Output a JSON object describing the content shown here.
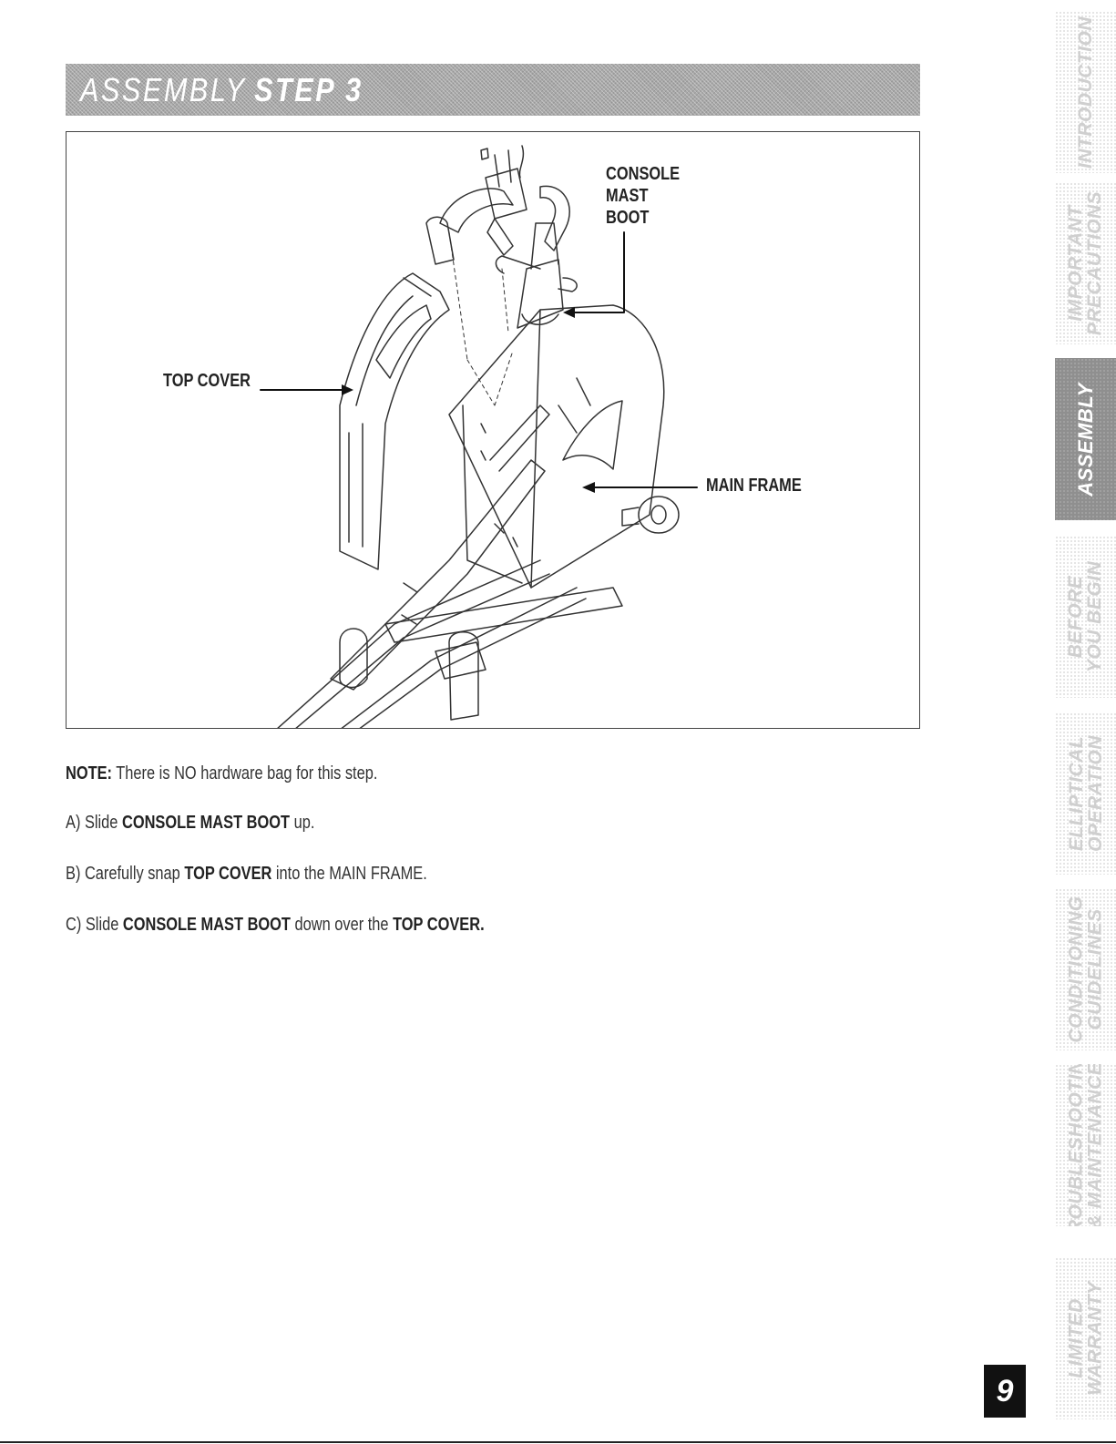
{
  "banner": {
    "light": "ASSEMBLY",
    "bold": "STEP 3"
  },
  "figure": {
    "labels": {
      "console_mast_boot": [
        "CONSOLE",
        "MAST",
        "BOOT"
      ],
      "top_cover": "TOP COVER",
      "main_frame": "MAIN FRAME"
    }
  },
  "instructions": {
    "note": {
      "label": "NOTE:",
      "text": " There is NO hardware bag for this step."
    },
    "step_a": {
      "prefix": "A) Slide ",
      "bold": "CONSOLE MAST BOOT",
      "suffix": " up."
    },
    "step_b": {
      "prefix": "B) Carefully snap ",
      "bold": "TOP COVER",
      "suffix": " into the MAIN FRAME."
    },
    "step_c": {
      "prefix": "C) Slide ",
      "bold1": "CONSOLE MAST BOOT",
      "middle": " down over the ",
      "bold2": "TOP COVER."
    }
  },
  "sidebar": {
    "tabs": [
      {
        "lines": [
          "INTRODUCTION"
        ],
        "active": false
      },
      {
        "lines": [
          "IMPORTANT",
          "PRECAUTIONS"
        ],
        "active": false
      },
      {
        "lines": [
          "ASSEMBLY"
        ],
        "active": true
      },
      {
        "lines": [
          "BEFORE",
          "YOU BEGIN"
        ],
        "active": false
      },
      {
        "lines": [
          "ELLIPTICAL",
          "OPERATION"
        ],
        "active": false
      },
      {
        "lines": [
          "CONDITIONING",
          "GUIDELINES"
        ],
        "active": false
      },
      {
        "lines": [
          "TROUBLESHOOTING",
          "& MAINTENANCE"
        ],
        "active": false
      },
      {
        "lines": [
          "LIMITED",
          "WARRANTY"
        ],
        "active": false
      }
    ]
  },
  "page_number": "9"
}
